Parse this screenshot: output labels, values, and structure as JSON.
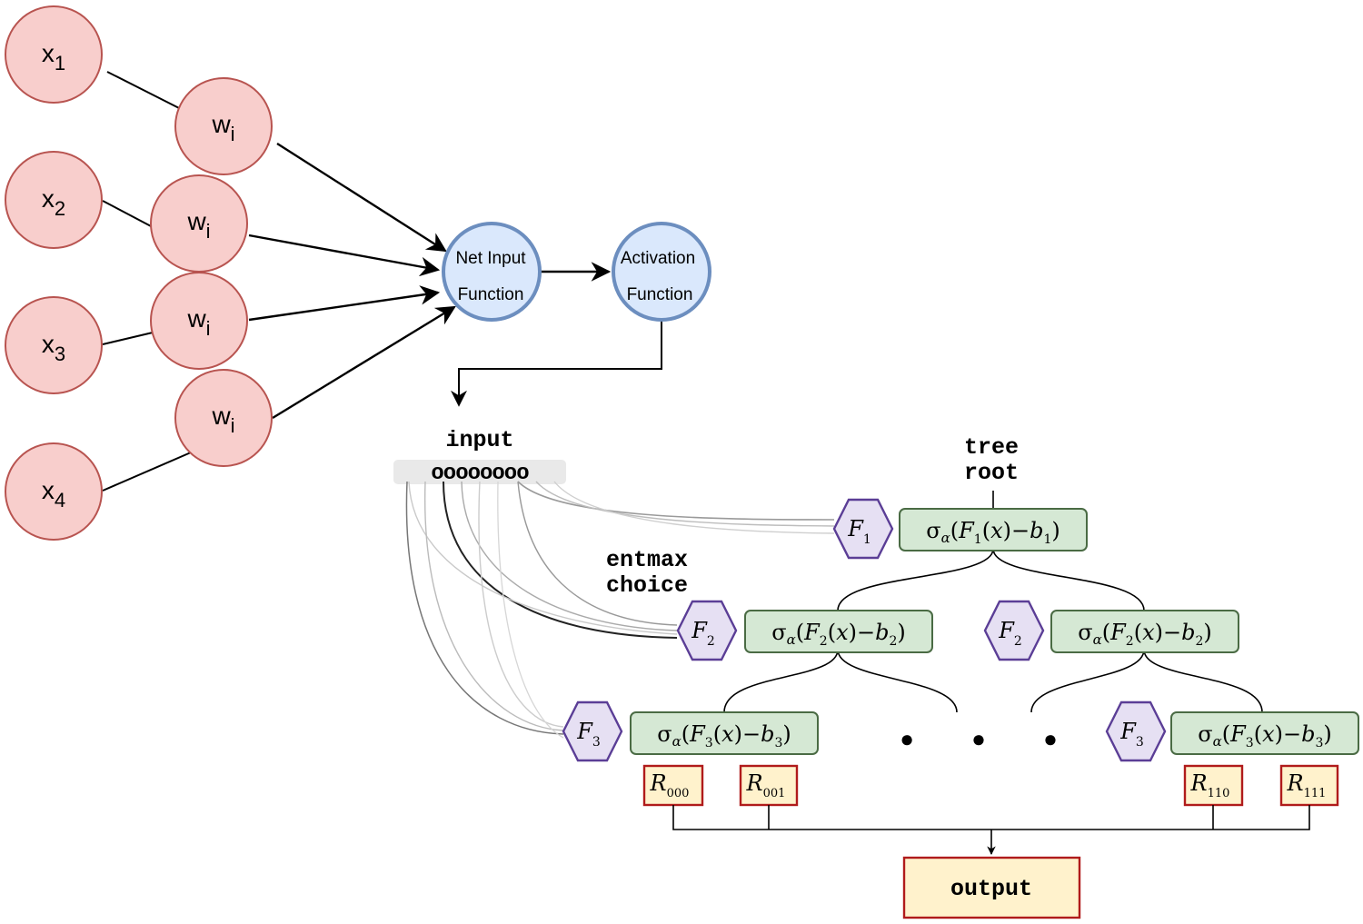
{
  "perceptron": {
    "inputs": [
      {
        "base": "x",
        "sub": "1"
      },
      {
        "base": "x",
        "sub": "2"
      },
      {
        "base": "x",
        "sub": "3"
      },
      {
        "base": "x",
        "sub": "4"
      }
    ],
    "weights": [
      {
        "base": "w",
        "sub": "i"
      },
      {
        "base": "w",
        "sub": "i"
      },
      {
        "base": "w",
        "sub": "i"
      },
      {
        "base": "w",
        "sub": "i"
      }
    ],
    "net_input": {
      "line1": "Net Input",
      "line2": "Function"
    },
    "activation": {
      "line1": "Activation",
      "line2": "Function"
    }
  },
  "tree": {
    "input_label": "input",
    "input_dots": "oooooooo",
    "root_label_1": "tree",
    "root_label_2": "root",
    "entmax_label_1": "entmax",
    "entmax_label_2": "choice",
    "ellipsis": "● ● ●",
    "nodes": [
      {
        "feature": "F",
        "sub": "1",
        "sigma": "σ",
        "alpha": "α",
        "b_sub": "1"
      },
      {
        "feature": "F",
        "sub": "2",
        "sigma": "σ",
        "alpha": "α",
        "b_sub": "2"
      },
      {
        "feature": "F",
        "sub": "2",
        "sigma": "σ",
        "alpha": "α",
        "b_sub": "2"
      },
      {
        "feature": "F",
        "sub": "3",
        "sigma": "σ",
        "alpha": "α",
        "b_sub": "3"
      },
      {
        "feature": "F",
        "sub": "3",
        "sigma": "σ",
        "alpha": "α",
        "b_sub": "3"
      }
    ],
    "leaves": [
      {
        "base": "R",
        "sub": "000"
      },
      {
        "base": "R",
        "sub": "001"
      },
      {
        "base": "R",
        "sub": "110"
      },
      {
        "base": "R",
        "sub": "111"
      }
    ],
    "output_label": "output"
  },
  "colors": {
    "input_fill": "#f8cecc",
    "input_stroke": "#b85450",
    "func_fill": "#dae8fc",
    "func_stroke": "#6c8ebf",
    "hex_fill": "#e6e0f3",
    "hex_stroke": "#5b3e96",
    "green_fill": "#d5e8d4",
    "green_stroke": "#4a6b44",
    "leaf_fill": "#fff2cc",
    "leaf_stroke": "#b01b1b"
  }
}
